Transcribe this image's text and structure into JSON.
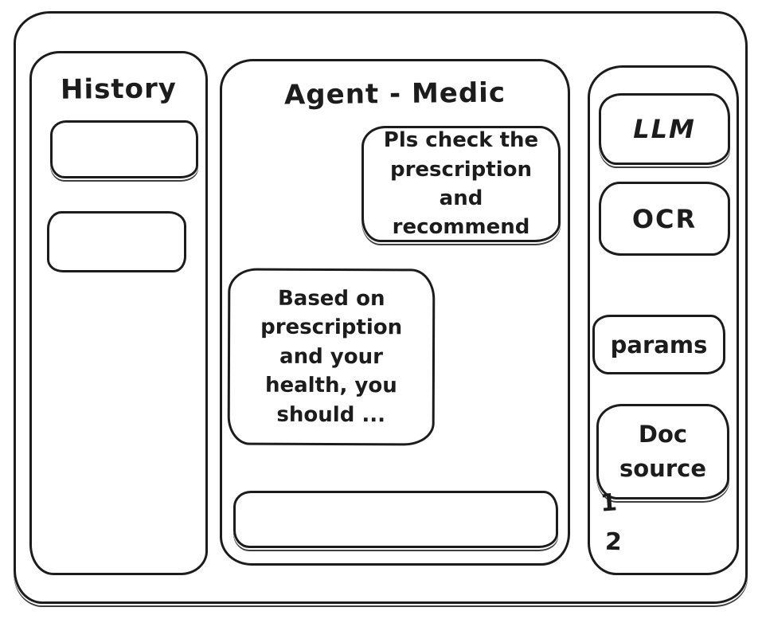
{
  "theme": {
    "ink": "#1c1c1c",
    "background": "#ffffff"
  },
  "history_panel": {
    "title": "History",
    "items": [
      "",
      ""
    ]
  },
  "chat_panel": {
    "title": "Agent - Medic",
    "messages": [
      {
        "role": "user",
        "align": "right",
        "text": "Pls check the prescription and recommend"
      },
      {
        "role": "agent",
        "align": "left",
        "text": "Based on prescription and your health, you should ..."
      }
    ],
    "input": {
      "value": "",
      "placeholder": ""
    }
  },
  "tools_panel": {
    "buttons": [
      {
        "label": "LLM"
      },
      {
        "label": "OCR"
      },
      {
        "label": "params"
      },
      {
        "label": "Doc source"
      }
    ],
    "doc_source_items": [
      "1",
      "2"
    ]
  }
}
